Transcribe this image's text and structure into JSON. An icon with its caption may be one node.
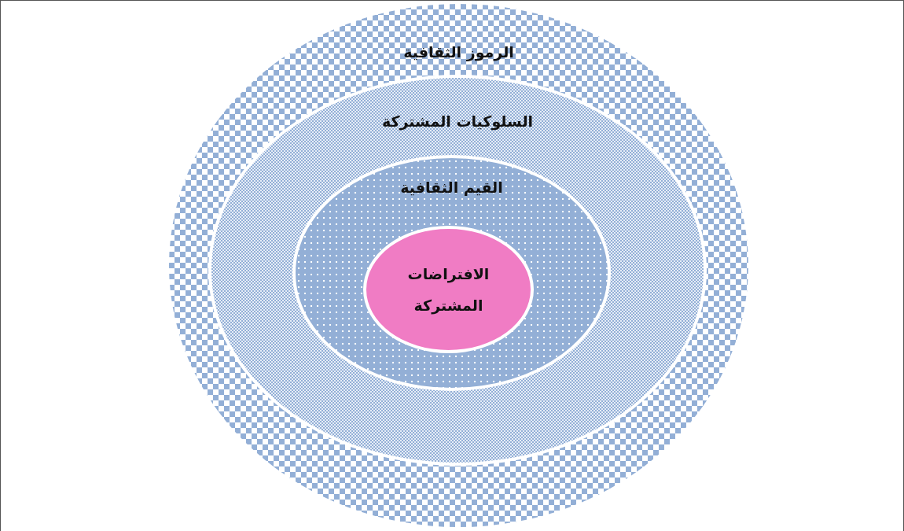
{
  "diagram": {
    "nodes": [
      {
        "text": [
          "الرموز الثقافية"
        ]
      },
      {
        "text": [
          "السلوكيات المشتركة"
        ],
        "in": 0
      },
      {
        "text": [
          "القيم الثقافية"
        ],
        "in": 1
      },
      {
        "text": [
          "الافتراضات المشتركة"
        ],
        "in": 2
      }
    ]
  }
}
